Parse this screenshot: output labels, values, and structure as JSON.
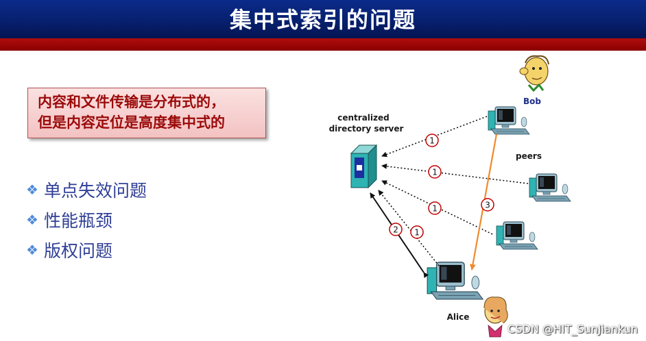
{
  "slide": {
    "title": "集中式索引的问题",
    "callout": {
      "lines": [
        "内容和文件传输是分布式的，",
        "但是内容定位是高度集中式的"
      ]
    },
    "bullets": [
      {
        "icon": "diamond-bullet-icon",
        "text": "单点失效问题"
      },
      {
        "icon": "diamond-bullet-icon",
        "text": "性能瓶颈"
      },
      {
        "icon": "diamond-bullet-icon",
        "text": "版权问题"
      }
    ]
  },
  "diagram": {
    "server_label_line1": "centralized",
    "server_label_line2": "directory server",
    "bob_label": "Bob",
    "peers_label": "peers",
    "alice_label": "Alice",
    "step_labels": {
      "bob_query": "1",
      "peer1_query": "1",
      "peer2_query": "1",
      "alice_query_step": "1",
      "alice_server_step": "2",
      "file_transfer_step": "3"
    }
  },
  "watermark": "CSDN @HIT_SunJiankun",
  "colors": {
    "title_bg": "#07206e",
    "title_stripe": "#8a0000",
    "callout_text": "#9b0a0a",
    "bullet_text": "#2f3e96",
    "bullet_icon": "#4f8bd8",
    "transfer_arrow": "#f08a2a",
    "step_circle": "#c00000"
  }
}
